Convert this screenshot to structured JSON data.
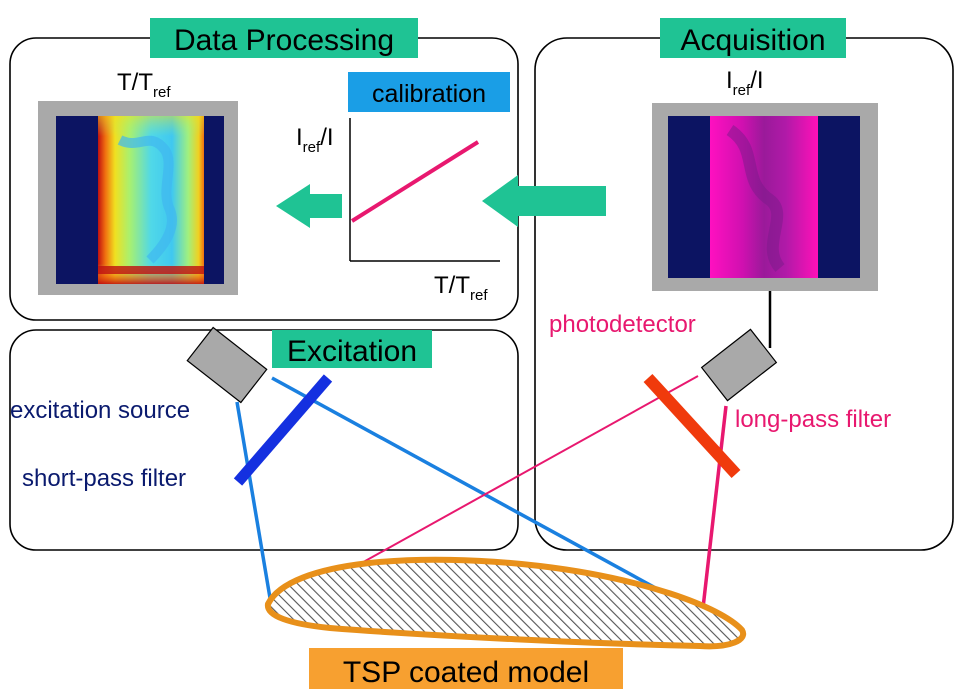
{
  "sections": {
    "data_processing": "Data Processing",
    "acquisition": "Acquisition",
    "excitation": "Excitation"
  },
  "calibration": {
    "title": "calibration",
    "y_label_main": "I",
    "y_label_sub": "ref",
    "y_label_tail": "/I",
    "x_label_main": "T/T",
    "x_label_sub": "ref"
  },
  "processed_image": {
    "label_main": "T/T",
    "label_sub": "ref"
  },
  "acquired_image": {
    "label_main": "I",
    "label_sub": "ref",
    "label_tail": "/I"
  },
  "labels": {
    "photodetector": "photodetector",
    "long_pass_filter": "long-pass filter",
    "excitation_source": "excitation source",
    "short_pass_filter": "short-pass filter",
    "model": "TSP coated model"
  },
  "colors": {
    "section_tab": "#1fc394",
    "calibration_tab": "#1a9ee6",
    "arrow": "#1fc394",
    "pink": "#e8186f",
    "navy": "#0a1a6e",
    "blue_filter": "#1430e0",
    "red_filter": "#f03a0c",
    "blue_ray": "#1a80e0",
    "model_tab": "#f7a030",
    "model_outline": "#e8901a"
  }
}
